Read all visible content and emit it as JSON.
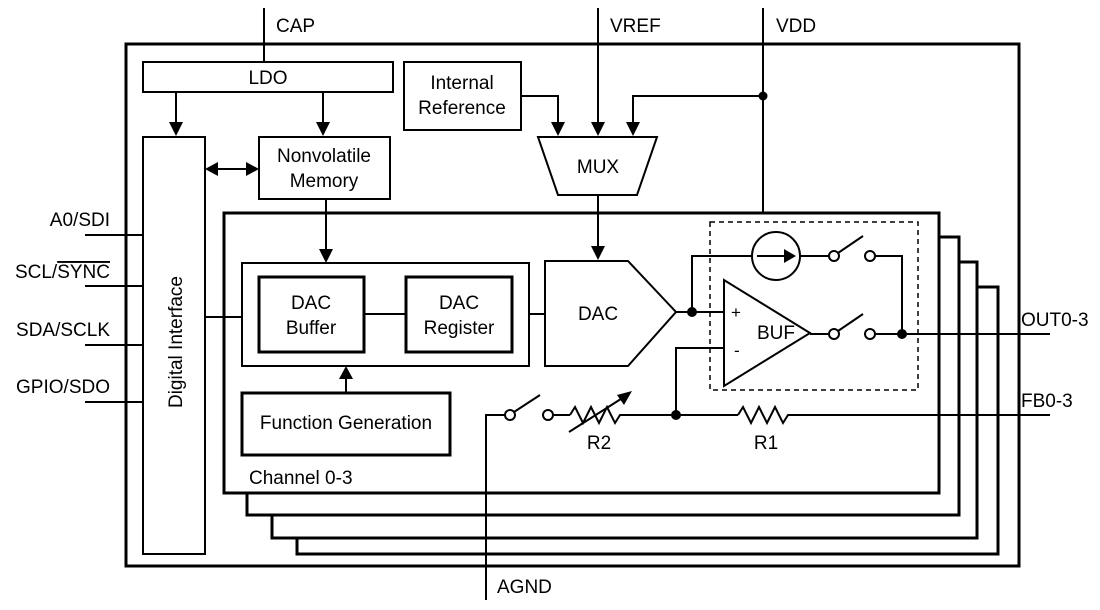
{
  "pins": {
    "cap": "CAP",
    "vref": "VREF",
    "vdd": "VDD",
    "a0_sdi": "A0/SDI",
    "scl": "SCL/",
    "sync": "SYNC",
    "sda_sclk": "SDA/SCLK",
    "gpio_sdo": "GPIO/SDO",
    "out": "OUT0-3",
    "fb": "FB0-3",
    "agnd": "AGND"
  },
  "blocks": {
    "ldo": "LDO",
    "internal_reference": [
      "Internal",
      "Reference"
    ],
    "mux": "MUX",
    "nonvolatile_memory": [
      "Nonvolatile",
      "Memory"
    ],
    "digital_interface": "Digital Interface",
    "dac_buffer": [
      "DAC",
      "Buffer"
    ],
    "dac_register": [
      "DAC",
      "Register"
    ],
    "dac": "DAC",
    "buf": "BUF",
    "buf_plus": "+",
    "buf_minus": "-",
    "function_generation": "Function Generation",
    "channel": "Channel 0-3",
    "r1": "R1",
    "r2": "R2"
  }
}
